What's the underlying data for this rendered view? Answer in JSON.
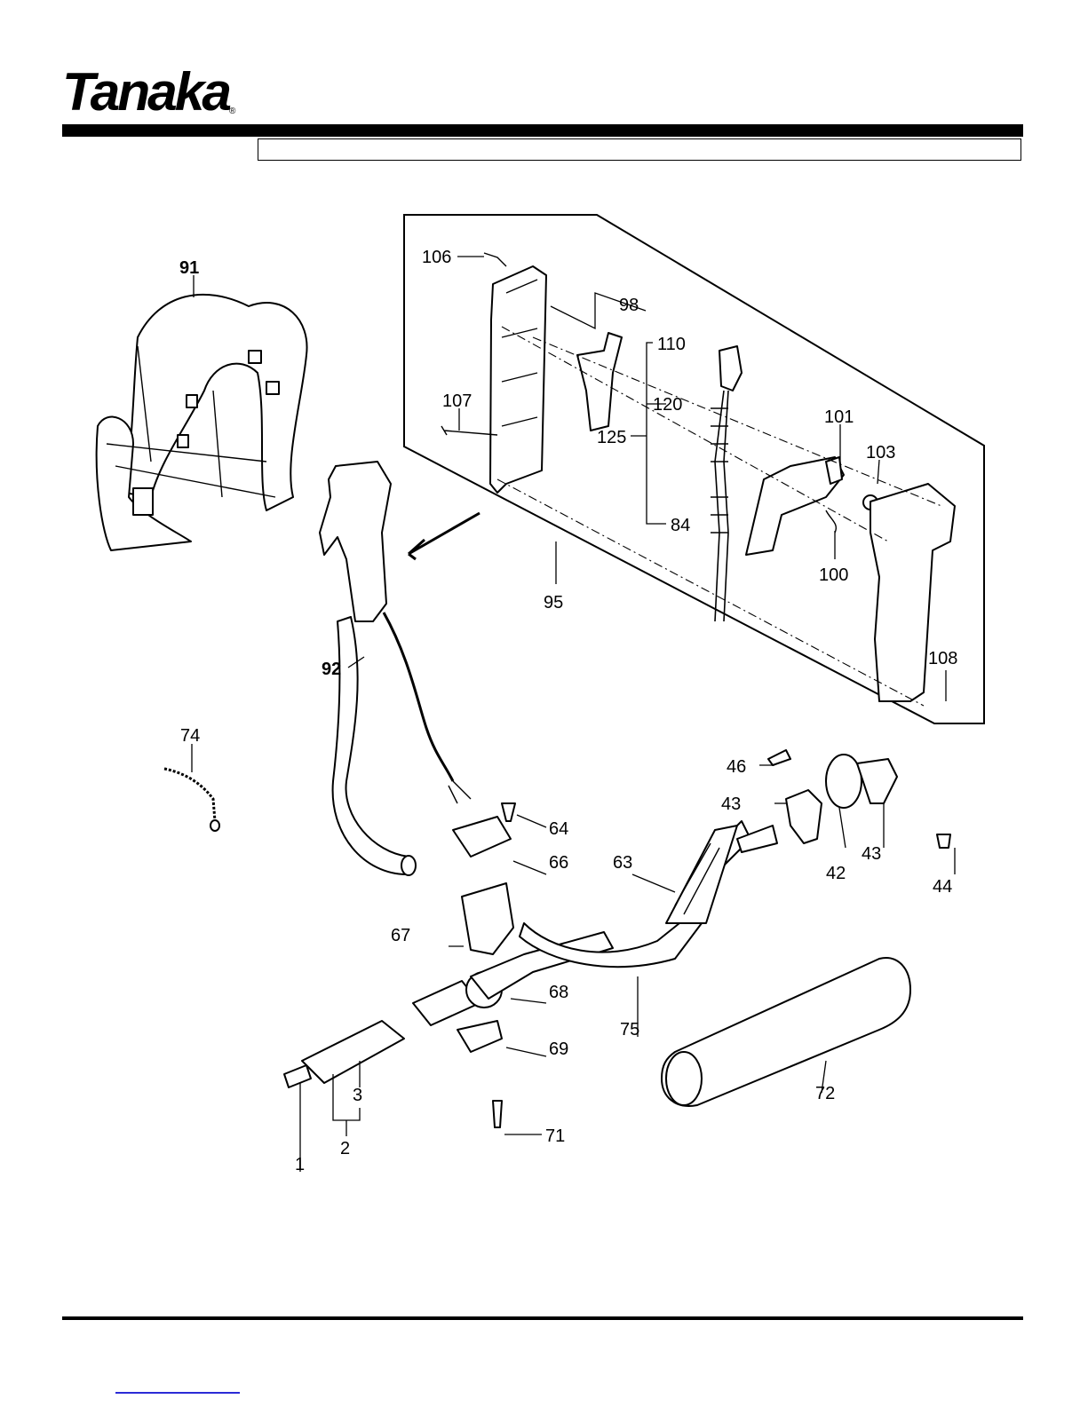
{
  "brand": {
    "logo_text": "Tanaka",
    "registered_mark": "®"
  },
  "header_title": "",
  "callouts": {
    "c1": "1",
    "c2": "2",
    "c3": "3",
    "c42": "42",
    "c43a": "43",
    "c43b": "43",
    "c44": "44",
    "c46": "46",
    "c63": "63",
    "c64": "64",
    "c66": "66",
    "c67": "67",
    "c68": "68",
    "c69": "69",
    "c71": "71",
    "c72": "72",
    "c74": "74",
    "c75": "75",
    "c84": "84",
    "c91": "91",
    "c92": "92",
    "c95": "95",
    "c98": "98",
    "c100": "100",
    "c101": "101",
    "c103": "103",
    "c106": "106",
    "c107": "107",
    "c108": "108",
    "c110": "110",
    "c120": "120",
    "c125": "125"
  },
  "colors": {
    "ink": "#000000",
    "paper": "#ffffff",
    "footer_link": "#2b2bd6"
  }
}
